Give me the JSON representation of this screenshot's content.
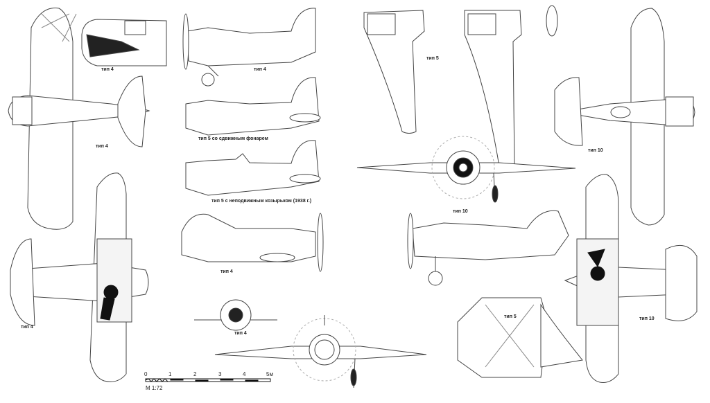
{
  "labels": {
    "type4": "тип 4",
    "type5": "тип 5",
    "type10": "тип 10",
    "type5_sliding": "тип 5 со сдвижным фонарем",
    "type5_fixed": "тип 5 с неподвижным козырьком (1938 г.)"
  },
  "scale": {
    "ticks": [
      "0",
      "1",
      "2",
      "3",
      "4",
      "5м"
    ],
    "ratio": "М 1:72"
  },
  "colors": {
    "line": "#444444",
    "fill": "#ffffff",
    "dark": "#111111"
  }
}
